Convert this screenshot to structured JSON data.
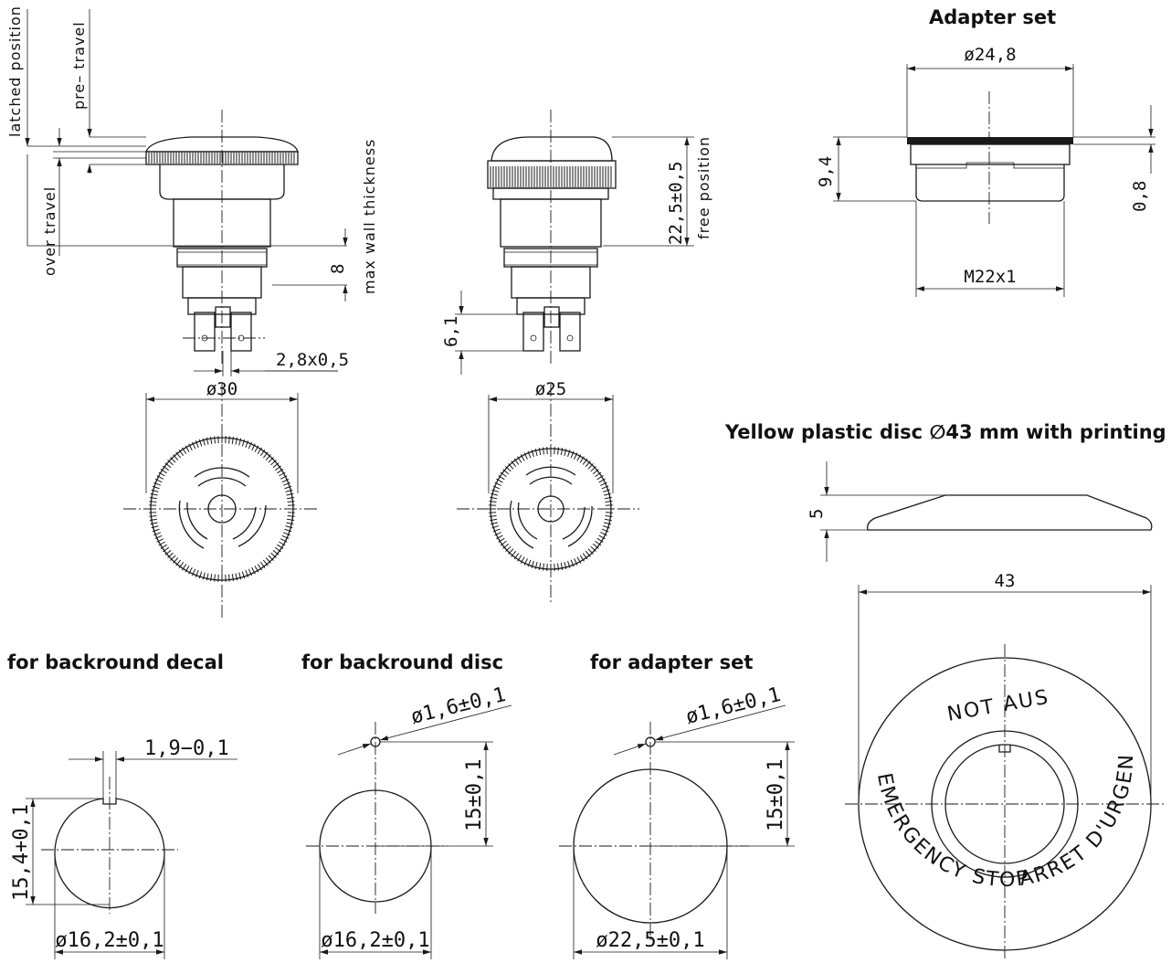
{
  "headings": {
    "adapter_set": "Adapter set",
    "yellow_disc": "Yellow plastic disc ∅43 mm with printing",
    "for_background_decal": "for backround decal",
    "for_background_disc": "for backround disc",
    "for_adapter_set": "for adapter set"
  },
  "side_view_left": {
    "latched_position": "latched position",
    "pre_travel": "pre– travel",
    "over_travel": "over travel",
    "max_wall_thickness": "max wall thickness",
    "wall_dim": "8",
    "terminal_dim": "2,8x0,5",
    "diameter": "ø30"
  },
  "side_view_right": {
    "free_position": "free position",
    "height_dim": "22,5±0,5",
    "terminal_height": "6,1",
    "diameter": "ø25"
  },
  "adapter": {
    "diameter": "ø24,8",
    "height": "9,4",
    "rim": "0,8",
    "thread": "M22x1"
  },
  "yellow_disc": {
    "thickness": "5",
    "diameter": "43",
    "ring_text": {
      "top": "NOT AUS",
      "left": "EMERGENCY STOP",
      "right": "ARRET D'URGENCE"
    }
  },
  "cutouts": {
    "decal": {
      "key_width": "1,9−0,1",
      "key_height": "15,4+0,1",
      "diameter": "ø16,2±0,1"
    },
    "disc": {
      "pin": "ø1,6±0,1",
      "offset": "15±0,1",
      "diameter": "ø16,2±0,1"
    },
    "adapter": {
      "pin": "ø1,6±0,1",
      "offset": "15±0,1",
      "diameter": "ø22,5±0,1"
    }
  }
}
